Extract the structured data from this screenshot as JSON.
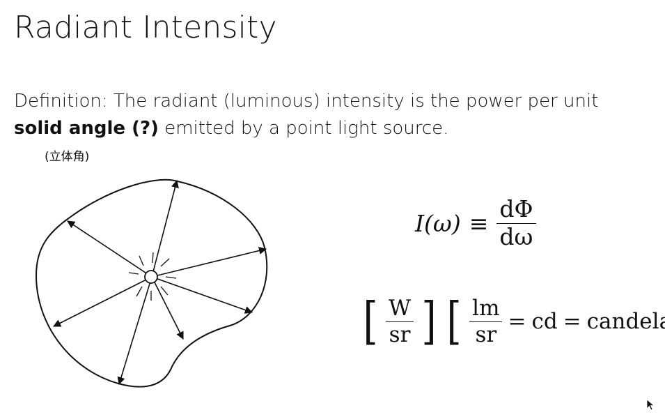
{
  "slide": {
    "title": "Radiant Intensity",
    "definition": {
      "line1": "Definition: The radiant (luminous) intensity is the power per unit",
      "bold": "solid angle (?)",
      "rest": " emitted by a point light source."
    },
    "annotation": "(立体角)"
  },
  "formula": {
    "lhs": "I(ω)",
    "equiv": "≡",
    "numerator": "dΦ",
    "denominator": "dω"
  },
  "units": {
    "fraction1": {
      "numerator": "W",
      "denominator": "sr"
    },
    "fraction2": {
      "numerator": "lm",
      "denominator": "sr"
    },
    "eq1": "=",
    "cd": "cd",
    "eq2": "=",
    "candela": "candela"
  },
  "icons": {
    "diagram": "point-light-source-diagram-icon",
    "cursor": "mouse-cursor-icon"
  }
}
